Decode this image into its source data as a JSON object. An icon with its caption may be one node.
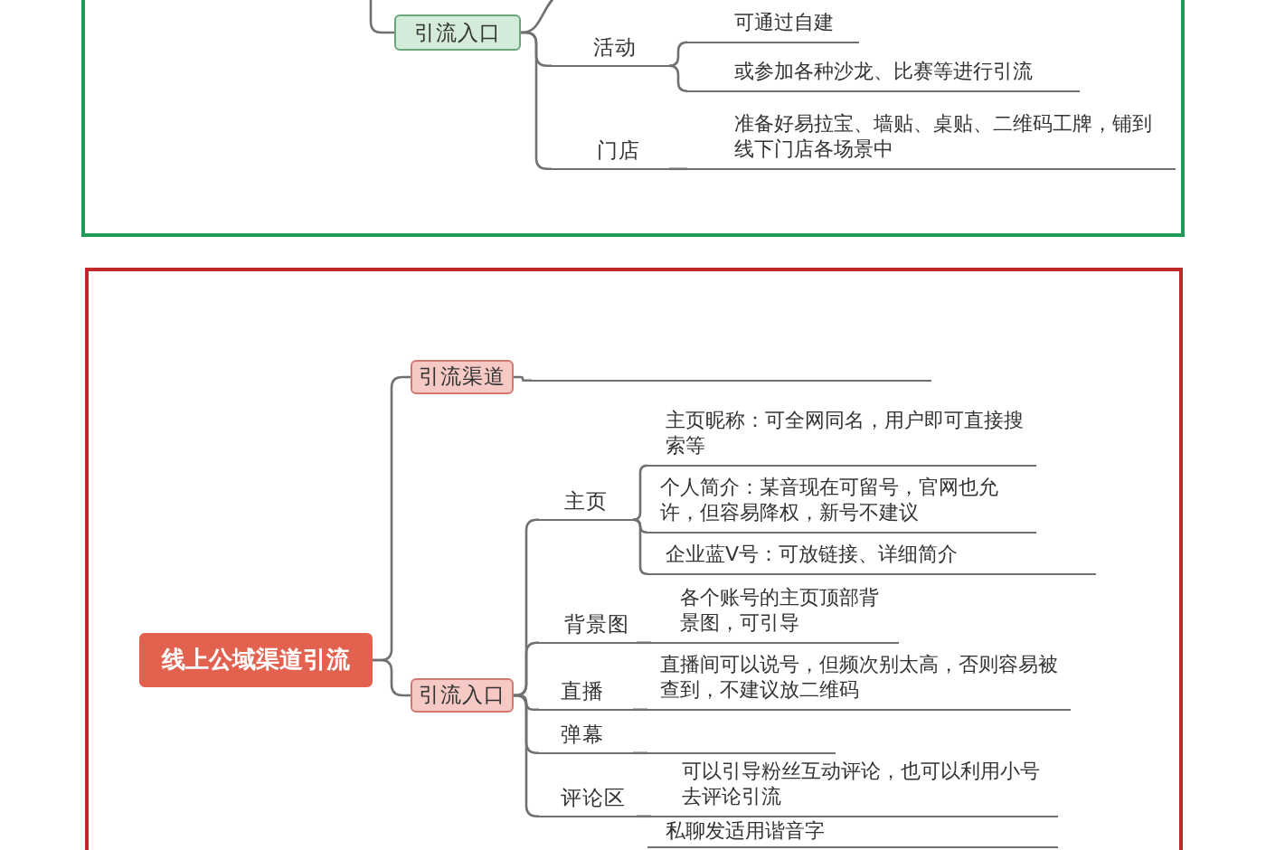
{
  "diagram": {
    "nodes": [
      {
        "text": [],
        "shape": "box"
      },
      {
        "text": [
          "引流入口"
        ],
        "in": 0
      },
      {
        "text": [
          "活动"
        ],
        "in": 0
      },
      {
        "text": [
          "可通过自建"
        ],
        "in": 0
      },
      {
        "text": [
          "或参加各种沙龙、比赛等进行引流"
        ],
        "in": 0
      },
      {
        "text": [
          "门店"
        ],
        "in": 0
      },
      {
        "text": [
          "准备好易拉宝、墙贴、桌贴、二维码工牌，铺到线下门店各场景中"
        ],
        "in": 0
      },
      {
        "text": [],
        "shape": "box"
      },
      {
        "text": [
          "线上公域渠道引流"
        ],
        "in": 7
      },
      {
        "text": [
          "引流渠道"
        ],
        "in": 7
      },
      {
        "text": [],
        "shape": "line",
        "in": 7
      },
      {
        "text": [
          "引流入口"
        ],
        "in": 7
      },
      {
        "text": [
          "主页"
        ],
        "in": 7
      },
      {
        "text": [
          "主页昵称：可全网同名，用户即可直接搜索等"
        ],
        "in": 7
      },
      {
        "text": [
          "个人简介：某音现在可留号，官网也允许，但容易降权，新号不建议"
        ],
        "in": 7
      },
      {
        "text": [
          "企业蓝V号：可放链接、详细简介"
        ],
        "in": 7
      },
      {
        "text": [
          "背景图"
        ],
        "in": 7
      },
      {
        "text": [
          "各个账号的主页顶部背景图，可引导"
        ],
        "in": 7
      },
      {
        "text": [
          "直播"
        ],
        "in": 7
      },
      {
        "text": [
          "直播间可以说号，但频次别太高，否则容易被查到，不建议放二维码"
        ],
        "in": 7
      },
      {
        "text": [
          "弹幕"
        ],
        "in": 7
      },
      {
        "text": [],
        "shape": "line",
        "in": 7
      },
      {
        "text": [
          "评论区"
        ],
        "in": 7
      },
      {
        "text": [
          "可以引导粉丝互动评论，也可以利用小号去评论引流"
        ],
        "in": 7
      },
      {
        "text": [
          "私聊发适用谐音字"
        ],
        "in": 7
      }
    ],
    "edges": [
      {
        "from": null,
        "to": 1,
        "arrow": "none"
      },
      {
        "from": 1,
        "to": null,
        "arrow": "none"
      },
      {
        "from": 1,
        "to": 2,
        "arrow": "none"
      },
      {
        "from": 2,
        "to": 3,
        "arrow": "none"
      },
      {
        "from": 2,
        "to": 4,
        "arrow": "none"
      },
      {
        "from": 1,
        "to": 5,
        "arrow": "none"
      },
      {
        "from": 5,
        "to": 6,
        "arrow": "none"
      },
      {
        "from": 8,
        "to": 9,
        "arrow": "none"
      },
      {
        "from": 9,
        "to": 10,
        "arrow": "none"
      },
      {
        "from": 8,
        "to": 11,
        "arrow": "none"
      },
      {
        "from": 11,
        "to": 12,
        "arrow": "none"
      },
      {
        "from": 12,
        "to": 13,
        "arrow": "none"
      },
      {
        "from": 12,
        "to": 14,
        "arrow": "none"
      },
      {
        "from": 12,
        "to": 15,
        "arrow": "none"
      },
      {
        "from": 11,
        "to": 16,
        "arrow": "none"
      },
      {
        "from": 16,
        "to": 17,
        "arrow": "none"
      },
      {
        "from": 11,
        "to": 18,
        "arrow": "none"
      },
      {
        "from": 18,
        "to": 19,
        "arrow": "none"
      },
      {
        "from": 11,
        "to": 20,
        "arrow": "none"
      },
      {
        "from": 20,
        "to": 21,
        "arrow": "none"
      },
      {
        "from": 11,
        "to": 22,
        "arrow": "none"
      },
      {
        "from": 22,
        "to": 23,
        "arrow": "none"
      }
    ]
  }
}
